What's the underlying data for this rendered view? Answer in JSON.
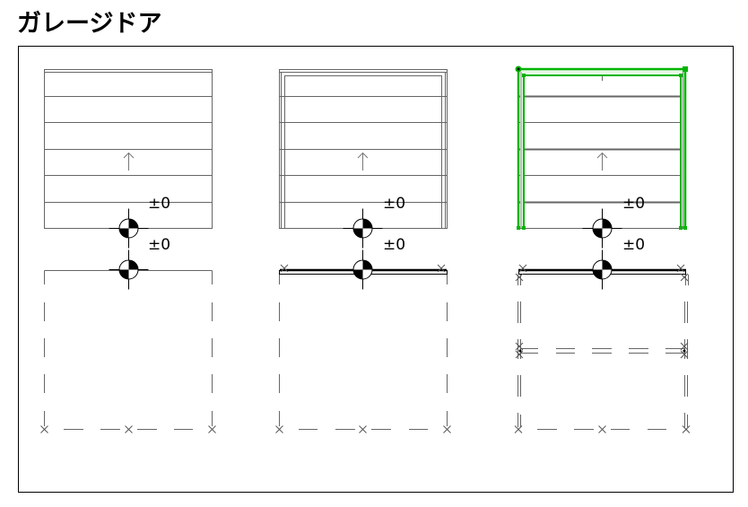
{
  "title": "ガレージドア",
  "colors": {
    "line": "#666666",
    "black": "#000000",
    "selection_green": "#00b400",
    "selection_fill": "#e6f8e6"
  },
  "views": [
    {
      "id": "door-1",
      "style": "plain",
      "elevation_labels": [
        "±0",
        "±0"
      ],
      "direction_icon": "up-arrow-icon",
      "panel_count": 6
    },
    {
      "id": "door-2",
      "style": "framed",
      "elevation_labels": [
        "±0",
        "±0"
      ],
      "direction_icon": "up-arrow-icon",
      "panel_count": 6
    },
    {
      "id": "door-3",
      "style": "selected",
      "elevation_labels": [
        "±0",
        "±0"
      ],
      "direction_icon": "up-arrow-icon",
      "panel_count": 6
    }
  ]
}
